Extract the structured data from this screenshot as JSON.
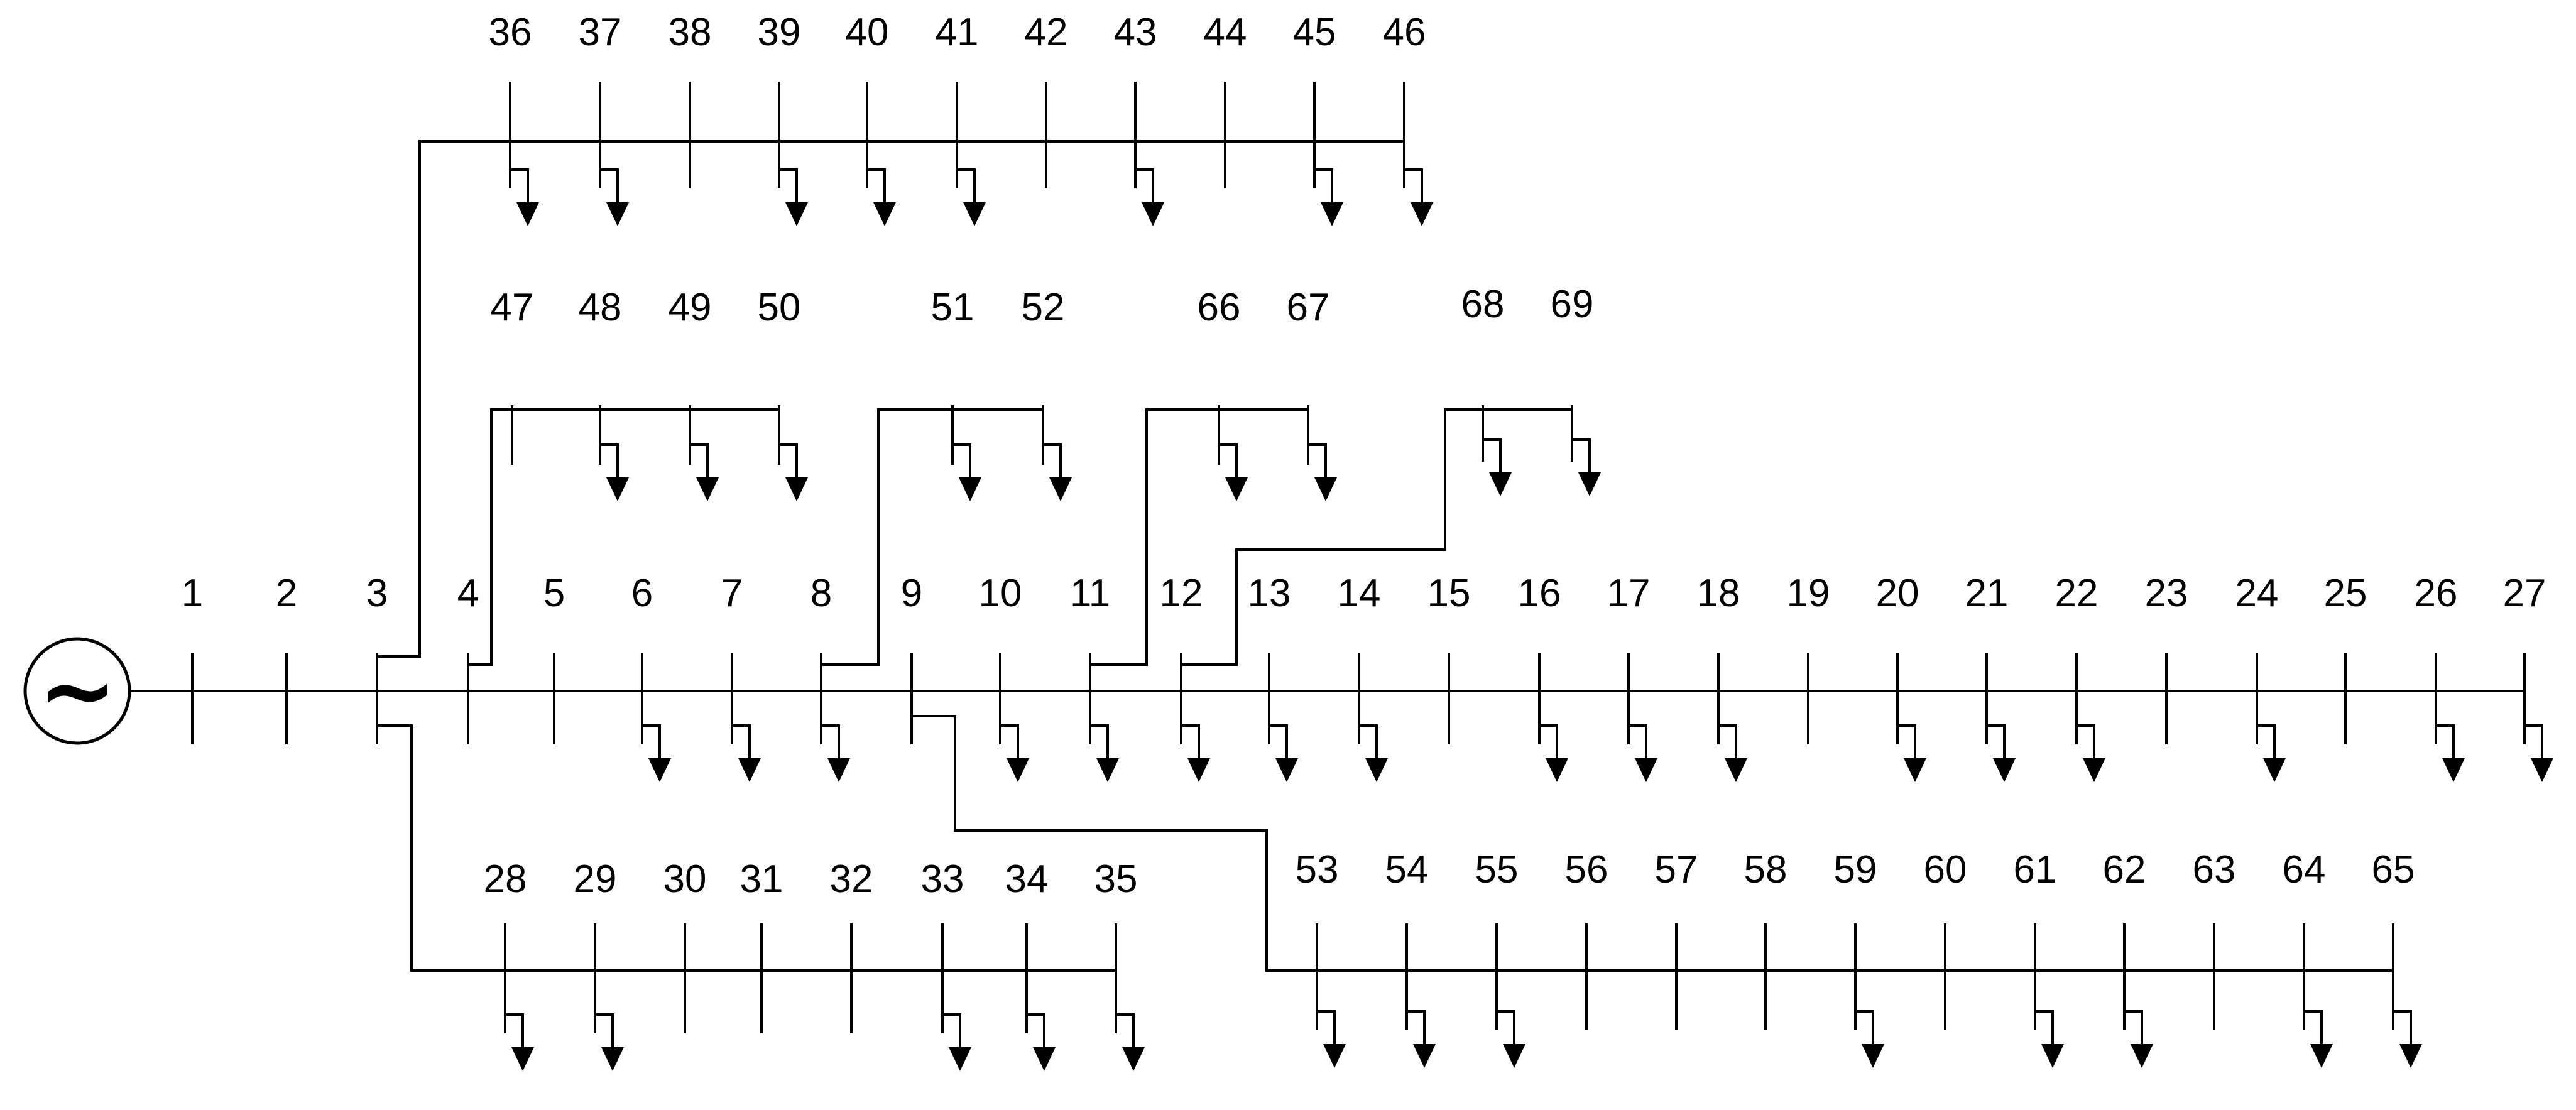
{
  "diagram": {
    "source_symbol": "~",
    "source_icon": "ac-source-icon",
    "load_icon": "load-arrow-icon"
  },
  "buses": [
    {
      "id": "1",
      "label": "1",
      "feeder": "main",
      "load": false
    },
    {
      "id": "2",
      "label": "2",
      "feeder": "main",
      "load": false
    },
    {
      "id": "3",
      "label": "3",
      "feeder": "main",
      "load": false
    },
    {
      "id": "4",
      "label": "4",
      "feeder": "main",
      "load": false
    },
    {
      "id": "5",
      "label": "5",
      "feeder": "main",
      "load": false
    },
    {
      "id": "6",
      "label": "6",
      "feeder": "main",
      "load": true
    },
    {
      "id": "7",
      "label": "7",
      "feeder": "main",
      "load": true
    },
    {
      "id": "8",
      "label": "8",
      "feeder": "main",
      "load": true
    },
    {
      "id": "9",
      "label": "9",
      "feeder": "main",
      "load": false
    },
    {
      "id": "10",
      "label": "10",
      "feeder": "main",
      "load": true
    },
    {
      "id": "11",
      "label": "11",
      "feeder": "main",
      "load": true
    },
    {
      "id": "12",
      "label": "12",
      "feeder": "main",
      "load": true
    },
    {
      "id": "13",
      "label": "13",
      "feeder": "main",
      "load": true
    },
    {
      "id": "14",
      "label": "14",
      "feeder": "main",
      "load": true
    },
    {
      "id": "15",
      "label": "15",
      "feeder": "main",
      "load": false
    },
    {
      "id": "16",
      "label": "16",
      "feeder": "main",
      "load": true
    },
    {
      "id": "17",
      "label": "17",
      "feeder": "main",
      "load": true
    },
    {
      "id": "18",
      "label": "18",
      "feeder": "main",
      "load": true
    },
    {
      "id": "19",
      "label": "19",
      "feeder": "main",
      "load": false
    },
    {
      "id": "20",
      "label": "20",
      "feeder": "main",
      "load": true
    },
    {
      "id": "21",
      "label": "21",
      "feeder": "main",
      "load": true
    },
    {
      "id": "22",
      "label": "22",
      "feeder": "main",
      "load": true
    },
    {
      "id": "23",
      "label": "23",
      "feeder": "main",
      "load": false
    },
    {
      "id": "24",
      "label": "24",
      "feeder": "main",
      "load": true
    },
    {
      "id": "25",
      "label": "25",
      "feeder": "main",
      "load": false
    },
    {
      "id": "26",
      "label": "26",
      "feeder": "main",
      "load": true
    },
    {
      "id": "27",
      "label": "27",
      "feeder": "main",
      "load": true
    },
    {
      "id": "28",
      "label": "28",
      "feeder": "lateral-3-bottom",
      "load": true
    },
    {
      "id": "29",
      "label": "29",
      "feeder": "lateral-3-bottom",
      "load": true
    },
    {
      "id": "30",
      "label": "30",
      "feeder": "lateral-3-bottom",
      "load": false
    },
    {
      "id": "31",
      "label": "31",
      "feeder": "lateral-3-bottom",
      "load": false
    },
    {
      "id": "32",
      "label": "32",
      "feeder": "lateral-3-bottom",
      "load": false
    },
    {
      "id": "33",
      "label": "33",
      "feeder": "lateral-3-bottom",
      "load": true
    },
    {
      "id": "34",
      "label": "34",
      "feeder": "lateral-3-bottom",
      "load": true
    },
    {
      "id": "35",
      "label": "35",
      "feeder": "lateral-3-bottom",
      "load": true
    },
    {
      "id": "36",
      "label": "36",
      "feeder": "lateral-3-top",
      "load": true
    },
    {
      "id": "37",
      "label": "37",
      "feeder": "lateral-3-top",
      "load": true
    },
    {
      "id": "38",
      "label": "38",
      "feeder": "lateral-3-top",
      "load": false
    },
    {
      "id": "39",
      "label": "39",
      "feeder": "lateral-3-top",
      "load": true
    },
    {
      "id": "40",
      "label": "40",
      "feeder": "lateral-3-top",
      "load": true
    },
    {
      "id": "41",
      "label": "41",
      "feeder": "lateral-3-top",
      "load": true
    },
    {
      "id": "42",
      "label": "42",
      "feeder": "lateral-3-top",
      "load": false
    },
    {
      "id": "43",
      "label": "43",
      "feeder": "lateral-3-top",
      "load": true
    },
    {
      "id": "44",
      "label": "44",
      "feeder": "lateral-3-top",
      "load": false
    },
    {
      "id": "45",
      "label": "45",
      "feeder": "lateral-3-top",
      "load": true
    },
    {
      "id": "46",
      "label": "46",
      "feeder": "lateral-3-top",
      "load": true
    },
    {
      "id": "47",
      "label": "47",
      "feeder": "lateral-4",
      "load": false
    },
    {
      "id": "48",
      "label": "48",
      "feeder": "lateral-4",
      "load": true
    },
    {
      "id": "49",
      "label": "49",
      "feeder": "lateral-4",
      "load": true
    },
    {
      "id": "50",
      "label": "50",
      "feeder": "lateral-4",
      "load": true
    },
    {
      "id": "51",
      "label": "51",
      "feeder": "lateral-8",
      "load": true
    },
    {
      "id": "52",
      "label": "52",
      "feeder": "lateral-8",
      "load": true
    },
    {
      "id": "53",
      "label": "53",
      "feeder": "lateral-9",
      "load": true
    },
    {
      "id": "54",
      "label": "54",
      "feeder": "lateral-9",
      "load": true
    },
    {
      "id": "55",
      "label": "55",
      "feeder": "lateral-9",
      "load": true
    },
    {
      "id": "56",
      "label": "56",
      "feeder": "lateral-9",
      "load": false
    },
    {
      "id": "57",
      "label": "57",
      "feeder": "lateral-9",
      "load": false
    },
    {
      "id": "58",
      "label": "58",
      "feeder": "lateral-9",
      "load": false
    },
    {
      "id": "59",
      "label": "59",
      "feeder": "lateral-9",
      "load": true
    },
    {
      "id": "60",
      "label": "60",
      "feeder": "lateral-9",
      "load": false
    },
    {
      "id": "61",
      "label": "61",
      "feeder": "lateral-9",
      "load": true
    },
    {
      "id": "62",
      "label": "62",
      "feeder": "lateral-9",
      "load": true
    },
    {
      "id": "63",
      "label": "63",
      "feeder": "lateral-9",
      "load": false
    },
    {
      "id": "64",
      "label": "64",
      "feeder": "lateral-9",
      "load": true
    },
    {
      "id": "65",
      "label": "65",
      "feeder": "lateral-9",
      "load": true
    },
    {
      "id": "66",
      "label": "66",
      "feeder": "lateral-11",
      "load": true
    },
    {
      "id": "67",
      "label": "67",
      "feeder": "lateral-11",
      "load": true
    },
    {
      "id": "68",
      "label": "68",
      "feeder": "lateral-12",
      "load": true
    },
    {
      "id": "69",
      "label": "69",
      "feeder": "lateral-12",
      "load": true
    }
  ],
  "feeders": [
    {
      "id": "main",
      "from": "source"
    },
    {
      "id": "lateral-3-top",
      "from": "3"
    },
    {
      "id": "lateral-3-bottom",
      "from": "3"
    },
    {
      "id": "lateral-4",
      "from": "4"
    },
    {
      "id": "lateral-8",
      "from": "8"
    },
    {
      "id": "lateral-9",
      "from": "9"
    },
    {
      "id": "lateral-11",
      "from": "11"
    },
    {
      "id": "lateral-12",
      "from": "12"
    }
  ]
}
